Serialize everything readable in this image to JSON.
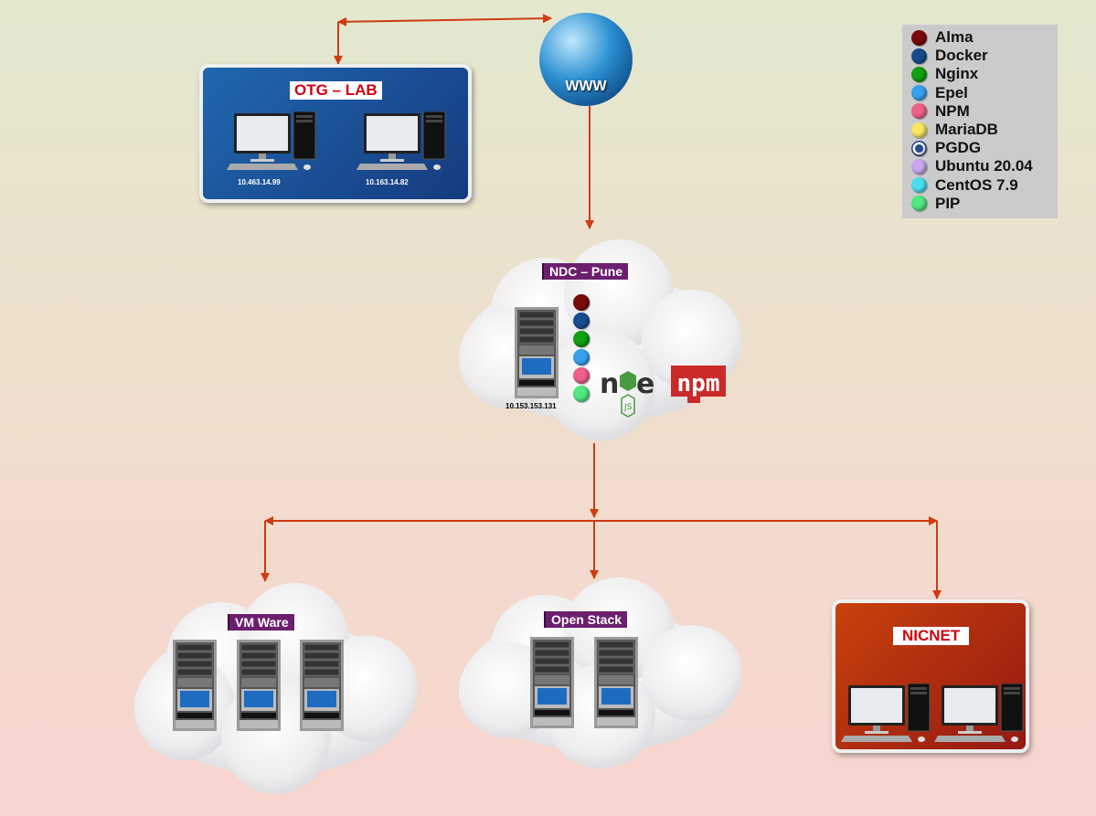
{
  "colors": {
    "arrow": "#d03a10",
    "tag": "#6c1f6e"
  },
  "www": {
    "label": "WWW",
    "icon": "globe-icon"
  },
  "otg": {
    "title": "OTG – LAB",
    "hosts": [
      "10.463.14.99",
      "10.163.14.82"
    ]
  },
  "ndc": {
    "title": "NDC – Pune",
    "ip": "10.153.153.131",
    "services": [
      "#7a0a0a",
      "#174d8f",
      "#10a010",
      "#35a2f0",
      "#f06088",
      "#50e880"
    ],
    "logos": [
      "node",
      "npm"
    ]
  },
  "vmware": {
    "title": "VM Ware",
    "servers": 3
  },
  "openstack": {
    "title": "Open Stack",
    "servers": 2
  },
  "nicnet": {
    "title": "NICNET"
  },
  "legend": [
    {
      "label": "Alma",
      "color": "#7a0a0a"
    },
    {
      "label": "Docker",
      "color": "#174d8f"
    },
    {
      "label": "Nginx",
      "color": "#10a010"
    },
    {
      "label": "Epel",
      "color": "#35a2f0"
    },
    {
      "label": "NPM",
      "color": "#f06088"
    },
    {
      "label": "MariaDB",
      "color": "#fbe860"
    },
    {
      "label": "PGDG",
      "color": "#274c8a"
    },
    {
      "label": "Ubuntu 20.04",
      "color": "#c9a8ec"
    },
    {
      "label": "CentOS 7.9",
      "color": "#48dff0"
    },
    {
      "label": "PIP",
      "color": "#50e880"
    }
  ]
}
